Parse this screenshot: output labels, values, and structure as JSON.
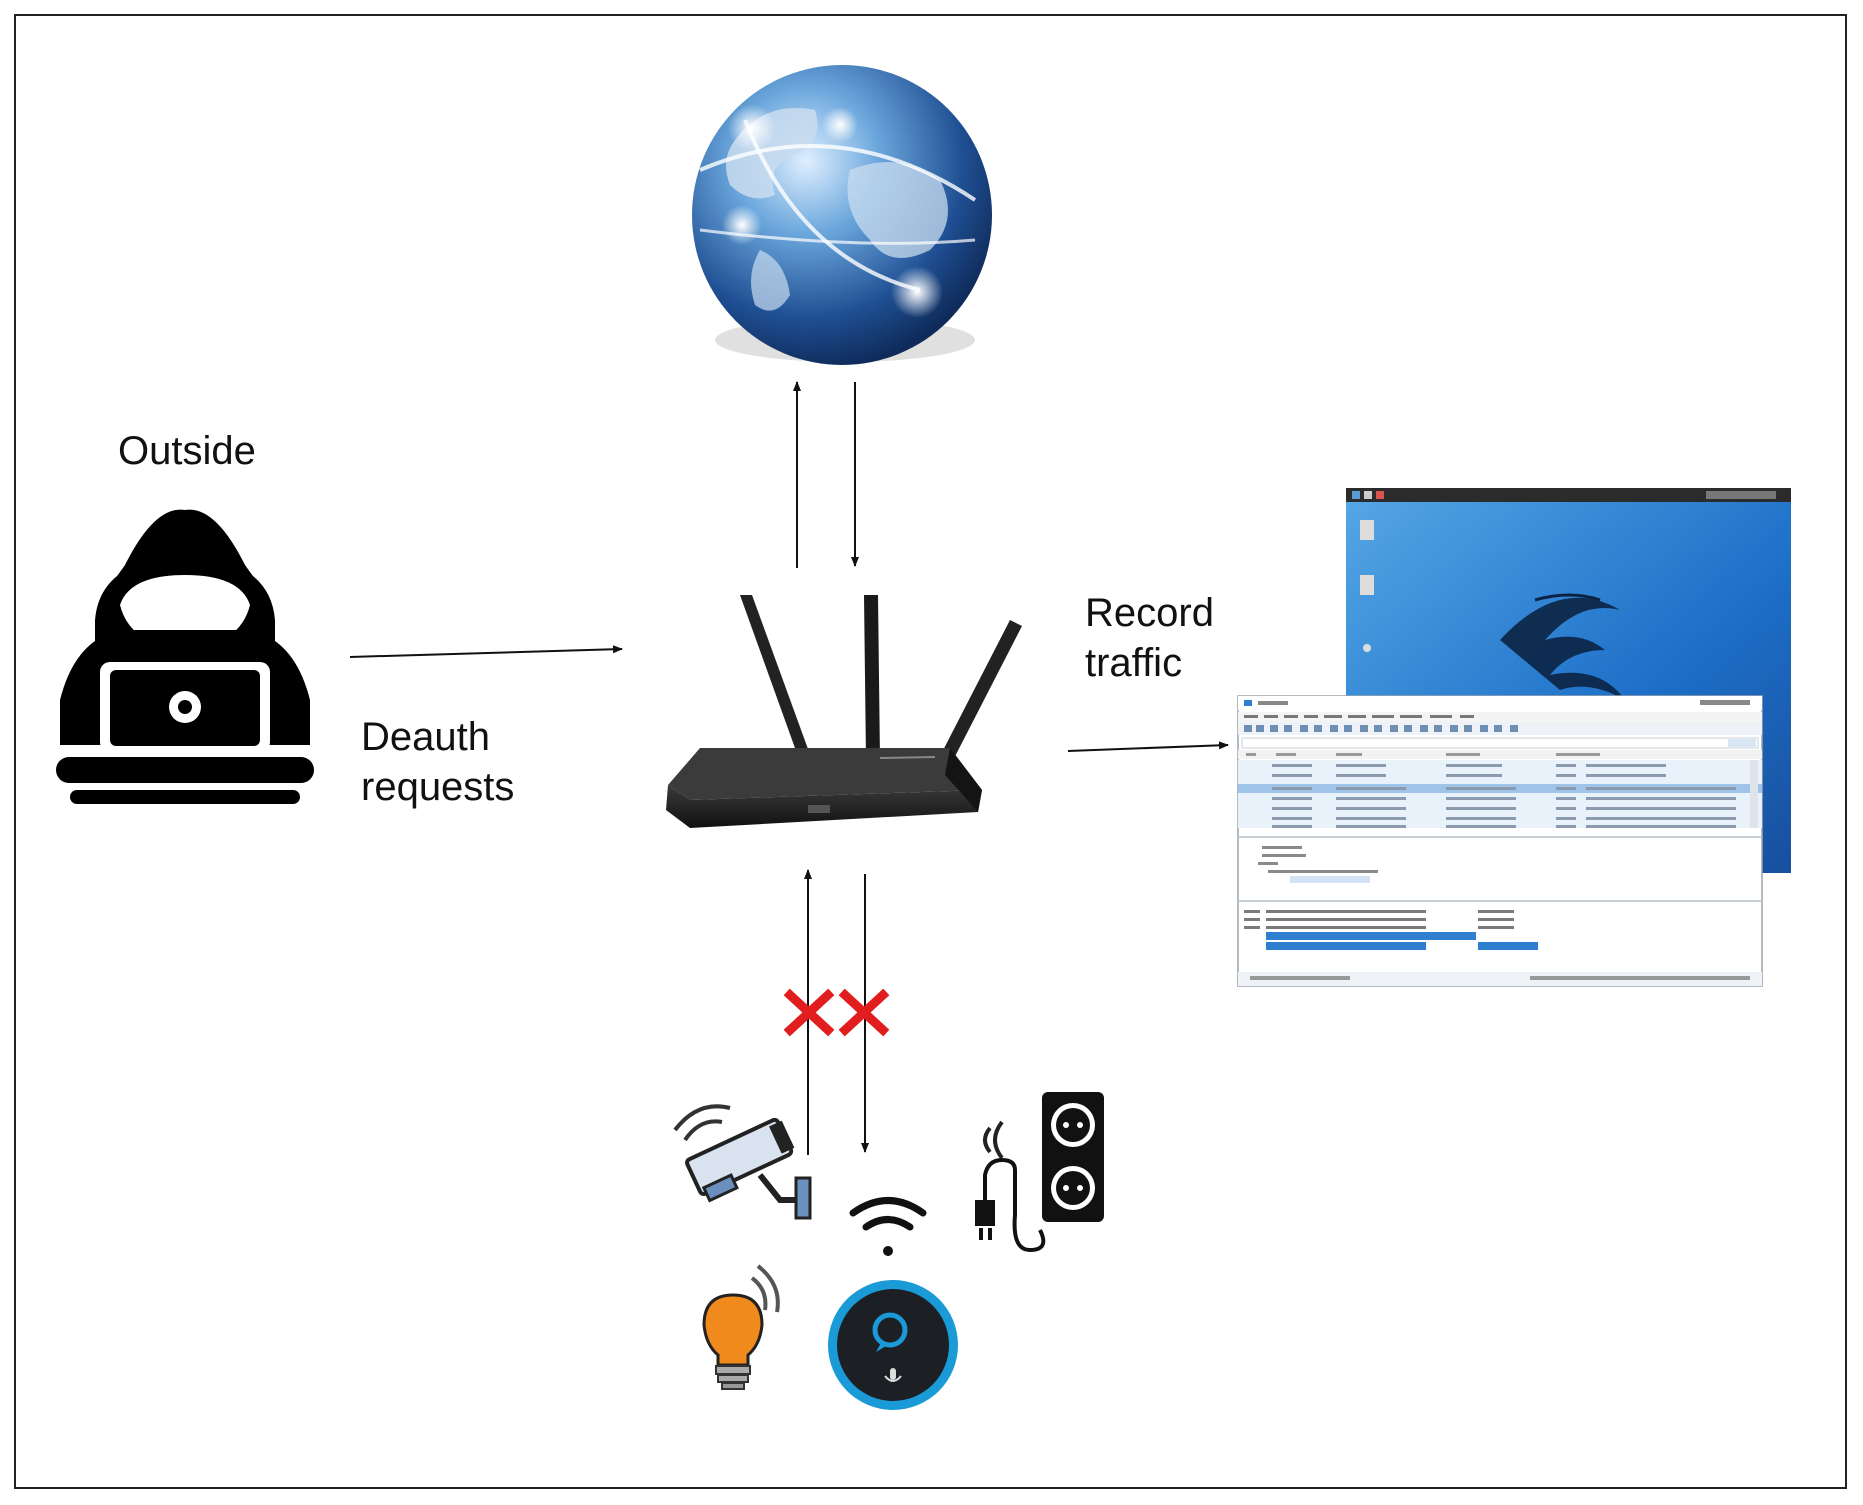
{
  "labels": {
    "outside": "Outside",
    "deauth_line1": "Deauth",
    "deauth_line2": "requests",
    "record_line1": "Record",
    "record_line2": "traffic"
  },
  "nodes": [
    {
      "id": "internet",
      "icon": "globe-icon"
    },
    {
      "id": "attacker",
      "icon": "hacker-laptop-icon"
    },
    {
      "id": "router",
      "icon": "wifi-router-icon"
    },
    {
      "id": "capture",
      "icon": "wireshark-kali-screenshot"
    },
    {
      "id": "iot-devices",
      "icons": [
        "security-camera-icon",
        "wifi-signal-icon",
        "smart-plug-icon",
        "smart-bulb-icon",
        "smart-speaker-icon"
      ]
    }
  ],
  "edges": [
    {
      "from": "router",
      "to": "internet"
    },
    {
      "from": "internet",
      "to": "router"
    },
    {
      "from": "attacker",
      "to": "router"
    },
    {
      "from": "router",
      "to": "capture"
    },
    {
      "from": "iot-devices",
      "to": "router",
      "blocked": true
    },
    {
      "from": "router",
      "to": "iot-devices",
      "blocked": true
    }
  ],
  "colors": {
    "blocked_mark": "#e11d1d",
    "bulb": "#f08a1c",
    "speaker_ring": "#1a9ad6",
    "kali_desktop": "#1f6fc4",
    "wireshark_select": "#2f7fd0"
  }
}
